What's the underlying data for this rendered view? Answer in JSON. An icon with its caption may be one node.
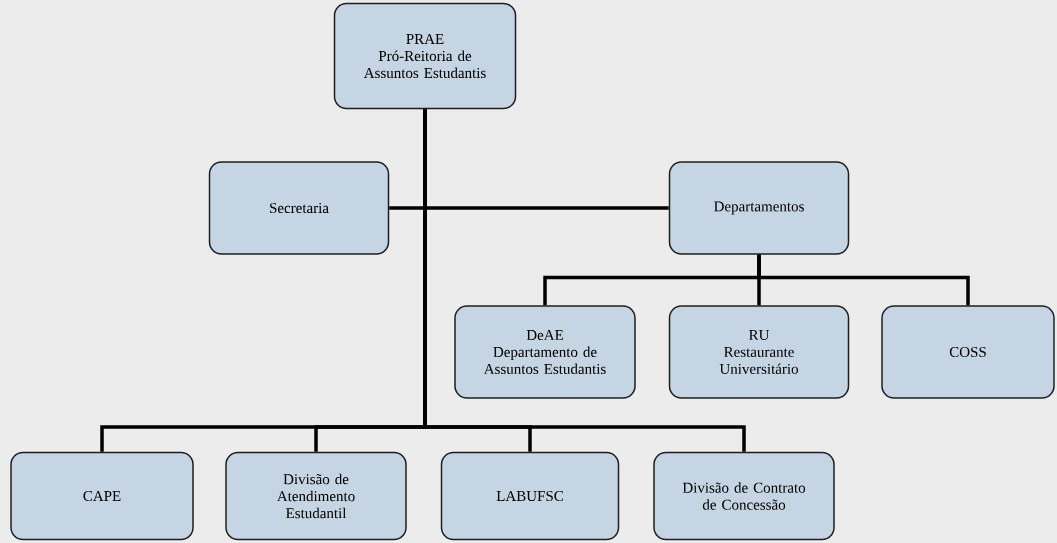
{
  "diagram": {
    "nodes": [
      {
        "text": [
          "PRAE",
          "Pró-Reitoria de Assuntos Estudantis"
        ]
      },
      {
        "text": [
          "Secretaria"
        ]
      },
      {
        "text": [
          "Departamentos"
        ]
      },
      {
        "text": [
          "DeAE",
          "Departamento de Assuntos Estudantis"
        ]
      },
      {
        "text": [
          "RU",
          "Restaurante Universitário"
        ]
      },
      {
        "text": [
          "COSS"
        ]
      },
      {
        "text": [
          "CAPE"
        ]
      },
      {
        "text": [
          "Divisão de Atendimento Estudantil"
        ]
      },
      {
        "text": [
          "LABUFSC"
        ]
      },
      {
        "text": [
          "Divisão de Contrato de Concessão"
        ]
      }
    ],
    "edges": [
      {
        "from": 0,
        "to": 1,
        "arrow": "none"
      },
      {
        "from": 0,
        "to": 2,
        "arrow": "none"
      },
      {
        "from": 2,
        "to": 3,
        "arrow": "none"
      },
      {
        "from": 2,
        "to": 4,
        "arrow": "none"
      },
      {
        "from": 2,
        "to": 5,
        "arrow": "none"
      },
      {
        "from": 0,
        "to": 6,
        "arrow": "none"
      },
      {
        "from": 0,
        "to": 7,
        "arrow": "none"
      },
      {
        "from": 0,
        "to": 8,
        "arrow": "none"
      },
      {
        "from": 0,
        "to": 9,
        "arrow": "none"
      }
    ]
  }
}
